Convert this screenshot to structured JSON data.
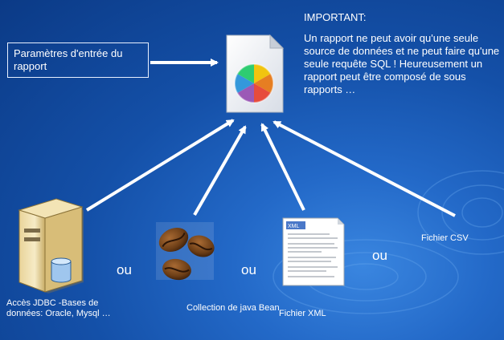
{
  "input_box": {
    "label": "Paramètres d'entrée du rapport"
  },
  "important": {
    "title": "IMPORTANT:",
    "body": "Un rapport ne peut avoir qu'une seule source de données et ne peut faire qu'une seule requête SQL ! Heureusement un rapport peut être composé de sous rapports …"
  },
  "sources": {
    "jdbc_label": "Accès JDBC -Bases de données: Oracle, Mysql …",
    "bean_label": "Collection de java Bean",
    "xml_label": "Fichier XML",
    "csv_label": "Fichier CSV",
    "or_word": "ou",
    "xml_icon_text": "XML"
  },
  "colors": {
    "background": "#1450a8",
    "arrow": "#ffffff",
    "text": "#ffffff"
  },
  "icons": {
    "report": "report-document-icon",
    "server": "database-server-icon",
    "bean": "coffee-bean-icon",
    "xml": "xml-document-icon"
  }
}
